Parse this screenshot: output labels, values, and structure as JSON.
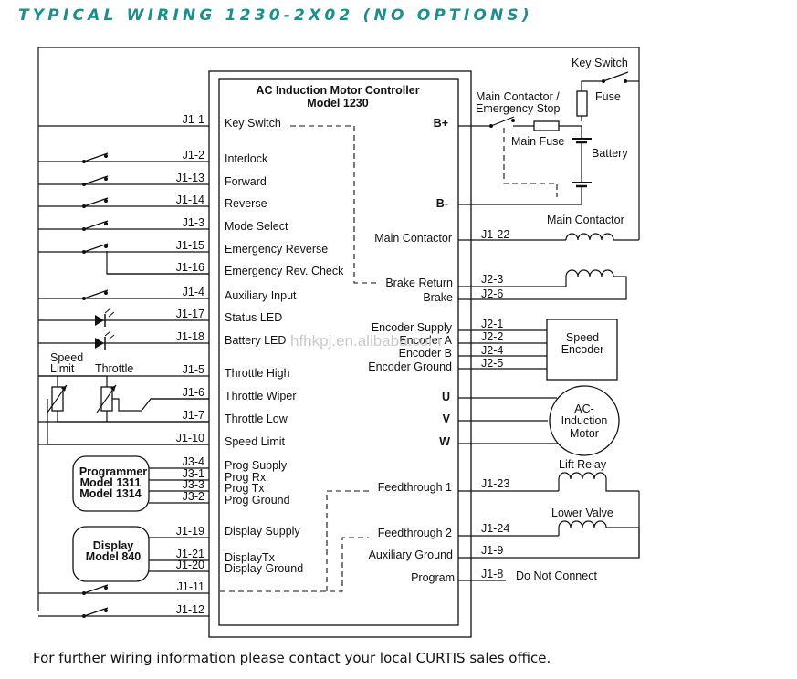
{
  "title": "TYPICAL WIRING 1230-2X02 (NO OPTIONS)",
  "controller": {
    "name_line1": "AC Induction Motor Controller",
    "name_line2": "Model 1230"
  },
  "left_pins": [
    {
      "pin": "J1-1",
      "label": "Key Switch"
    },
    {
      "pin": "J1-2",
      "label": "Interlock"
    },
    {
      "pin": "J1-13",
      "label": "Forward"
    },
    {
      "pin": "J1-14",
      "label": "Reverse"
    },
    {
      "pin": "J1-3",
      "label": "Mode Select"
    },
    {
      "pin": "J1-15",
      "label": "Emergency Reverse"
    },
    {
      "pin": "J1-16",
      "label": "Emergency Rev. Check"
    },
    {
      "pin": "J1-4",
      "label": "Auxiliary Input"
    },
    {
      "pin": "J1-17",
      "label": "Status LED"
    },
    {
      "pin": "J1-18",
      "label": "Battery LED"
    },
    {
      "pin": "J1-5",
      "label": "Throttle High"
    },
    {
      "pin": "J1-6",
      "label": "Throttle Wiper"
    },
    {
      "pin": "J1-7",
      "label": "Throttle Low"
    },
    {
      "pin": "J1-10",
      "label": "Speed Limit"
    },
    {
      "pin": "J3-4",
      "label": "Prog Supply"
    },
    {
      "pin": "J3-1",
      "label": "Prog Rx"
    },
    {
      "pin": "J3-3",
      "label": "Prog Tx"
    },
    {
      "pin": "J3-2",
      "label": "Prog Ground"
    },
    {
      "pin": "J1-19",
      "label": "Display Supply"
    },
    {
      "pin": "J1-21",
      "label": "DisplayTx"
    },
    {
      "pin": "J1-20",
      "label": "Display Ground"
    },
    {
      "pin": "J1-11",
      "label": ""
    },
    {
      "pin": "J1-12",
      "label": ""
    }
  ],
  "right_terminals": {
    "b_plus": "B+",
    "b_minus": "B-",
    "main_contactor": "Main Contactor",
    "brake_return": "Brake Return",
    "brake": "Brake",
    "encoder_supply": "Encoder Supply",
    "encoder_a": "Encoder A",
    "encoder_b": "Encoder B",
    "encoder_ground": "Encoder Ground",
    "u": "U",
    "v": "V",
    "w": "W",
    "feedthrough_1": "Feedthrough 1",
    "feedthrough_2": "Feedthrough 2",
    "auxiliary_ground": "Auxiliary Ground",
    "program": "Program"
  },
  "right_pins": {
    "j1_22": "J1-22",
    "j2_3": "J2-3",
    "j2_6": "J2-6",
    "j2_1": "J2-1",
    "j2_2": "J2-2",
    "j2_4": "J2-4",
    "j2_5": "J2-5",
    "j1_23": "J1-23",
    "j1_24": "J1-24",
    "j1_9": "J1-9",
    "j1_8": "J1-8"
  },
  "external": {
    "key_switch": "Key Switch",
    "fuse": "Fuse",
    "main_contactor_stop_1": "Main Contactor /",
    "main_contactor_stop_2": "Emergency Stop",
    "main_fuse": "Main Fuse",
    "battery": "Battery",
    "main_contactor_coil": "Main Contactor",
    "speed_encoder_1": "Speed",
    "speed_encoder_2": "Encoder",
    "motor_1": "AC-",
    "motor_2": "Induction",
    "motor_3": "Motor",
    "lift_relay": "Lift Relay",
    "lower_valve": "Lower Valve",
    "do_not_connect": "Do Not Connect",
    "speed_limit_1": "Speed",
    "speed_limit_2": "Limit",
    "throttle": "Throttle",
    "programmer_1": "Programmer",
    "programmer_2": "Model 1311",
    "programmer_3": "Model 1314",
    "display_1": "Display",
    "display_2": "Model 840"
  },
  "watermark": "hfhkpj.en.alibaba.com",
  "footer": "For further wiring information please contact your local CURTIS sales office.",
  "colors": {
    "title": "#1a8f8f",
    "line": "#111111"
  }
}
